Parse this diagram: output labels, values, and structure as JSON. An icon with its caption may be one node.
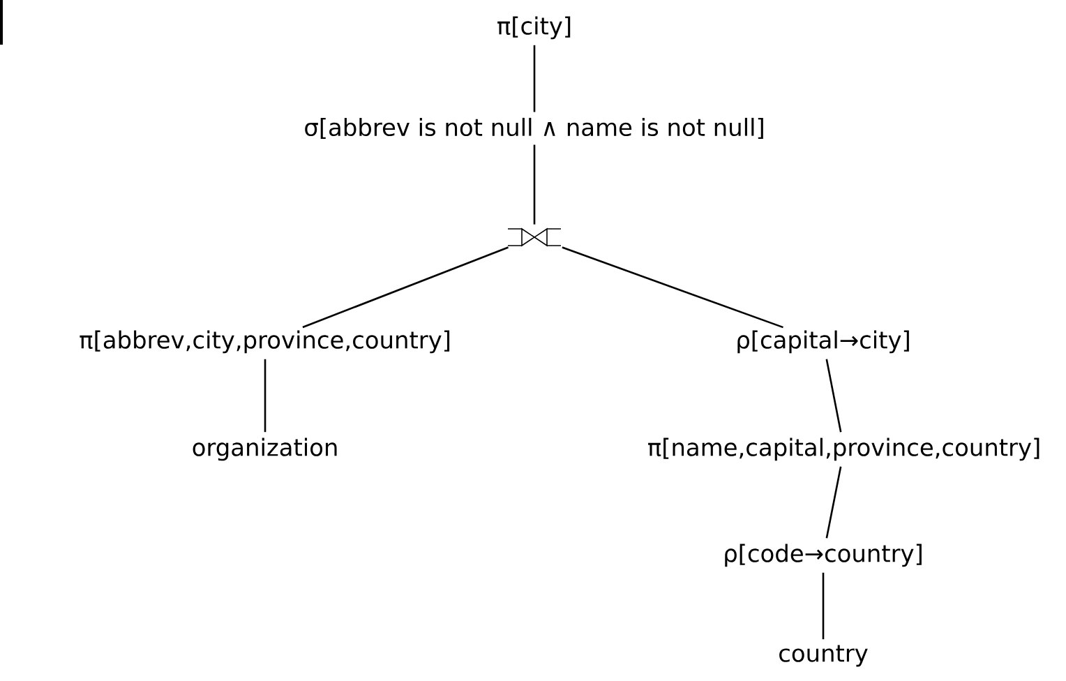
{
  "diagram": {
    "nodes": [
      {
        "text": [
          "π[city]"
        ]
      },
      {
        "text": [
          "σ[abbrev is not null ∧ name is not null]"
        ]
      },
      {
        "text": [],
        "shape": "bowtie"
      },
      {
        "text": [
          "π[abbrev,city,province,country]"
        ]
      },
      {
        "text": [
          "ρ[capital→city]"
        ]
      },
      {
        "text": [
          "organization"
        ]
      },
      {
        "text": [
          "π[name,capital,province,country]"
        ]
      },
      {
        "text": [
          "ρ[code→country]"
        ]
      },
      {
        "text": [
          "country"
        ]
      }
    ],
    "edges": [
      {
        "from": 0,
        "to": 1,
        "arrow": "none"
      },
      {
        "from": 1,
        "to": 2,
        "arrow": "none"
      },
      {
        "from": 2,
        "to": 3,
        "arrow": "none"
      },
      {
        "from": 2,
        "to": 4,
        "arrow": "none"
      },
      {
        "from": 3,
        "to": 5,
        "arrow": "none"
      },
      {
        "from": 4,
        "to": 6,
        "arrow": "none"
      },
      {
        "from": 6,
        "to": 7,
        "arrow": "none"
      },
      {
        "from": 7,
        "to": 8,
        "arrow": "none"
      }
    ]
  }
}
